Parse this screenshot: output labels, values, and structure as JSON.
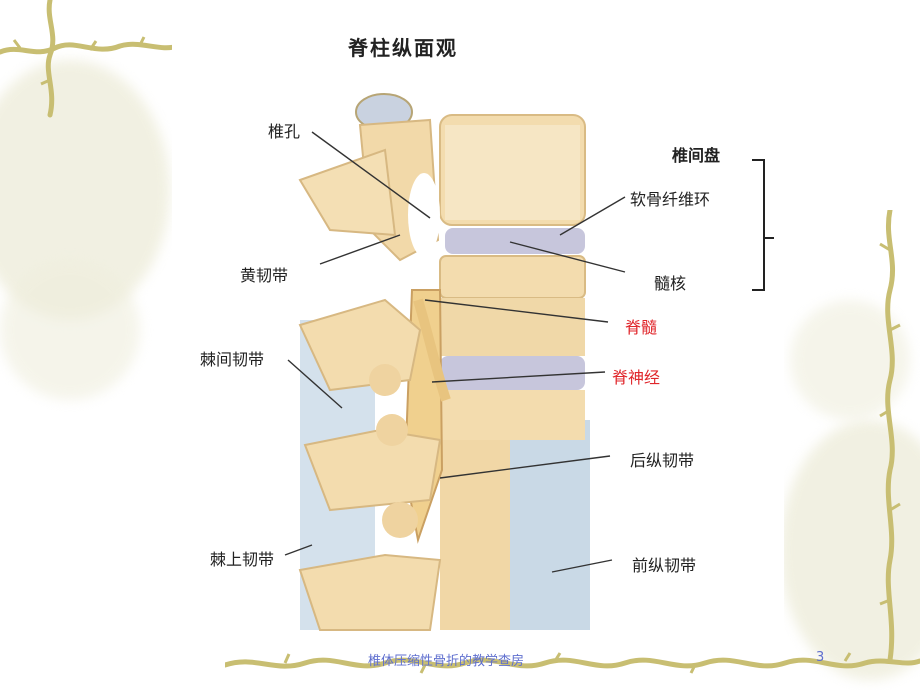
{
  "figure": {
    "title": "脊柱纵面观",
    "labels": {
      "vertebral_foramen": "椎孔",
      "ligamentum_flavum": "黄韧带",
      "interspinous_ligament": "棘间韧带",
      "supraspinous_ligament": "棘上韧带",
      "intervertebral_disc": "椎间盘",
      "annulus_fibrosus": "软骨纤维环",
      "nucleus_pulposus": "髓核",
      "spinal_cord": "脊髓",
      "spinal_nerve": "脊神经",
      "posterior_longitudinal_ligament": "后纵韧带",
      "anterior_longitudinal_ligament": "前纵韧带"
    }
  },
  "footer": {
    "caption": "椎体压缩性骨折的教学查房",
    "page_number": "3"
  },
  "colors": {
    "bone": "#f3dcae",
    "ligament": "#c9d9e6",
    "disc": "#c7c6dc",
    "vine": "#c8be72",
    "footer_text": "#5f6fcf",
    "red_label": "#e0262b"
  }
}
